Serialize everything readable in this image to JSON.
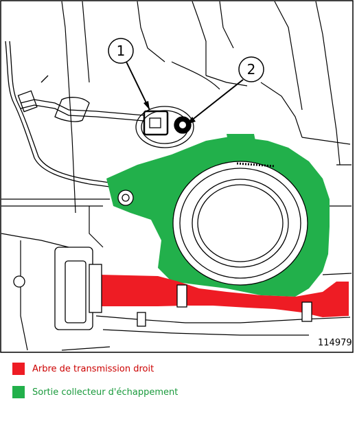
{
  "figure": {
    "number": "114979",
    "callouts": [
      {
        "label": "1"
      },
      {
        "label": "2"
      }
    ]
  },
  "legend": [
    {
      "label": "Arbre de transmission droit",
      "color": "#ee1c24",
      "text_color": "#cc0000"
    },
    {
      "label": "Sortie collecteur d'échappement",
      "color": "#22b04b",
      "text_color": "#1a9a3c"
    }
  ]
}
